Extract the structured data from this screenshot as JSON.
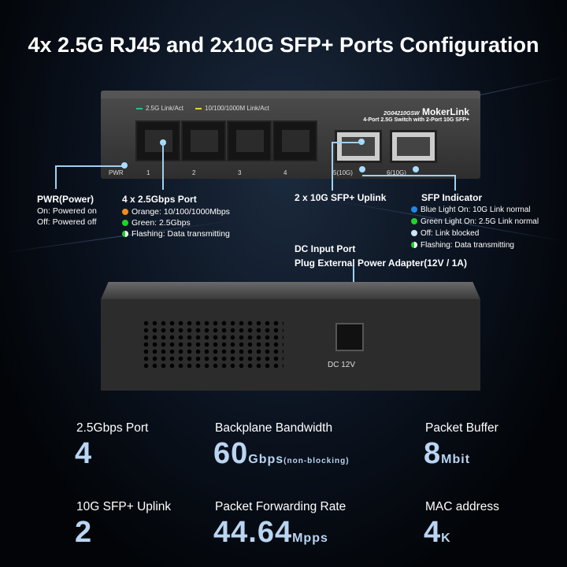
{
  "title": "4x 2.5G RJ45 and 2x10G SFP+ Ports Configuration",
  "front": {
    "led1": "2.5G Link/Act",
    "led2": "10/100/1000M Link/Act",
    "model": "2G04210GSW",
    "brand": "MokerLink",
    "subtitle": "4-Port 2.5G Switch with 2-Port 10G SFP+",
    "pwr": "PWR",
    "ports": [
      "1",
      "2",
      "3",
      "4"
    ],
    "sfp_ports": [
      "5(10G)",
      "6(10G)"
    ]
  },
  "callouts": {
    "pwr": {
      "title": "PWR(Power)",
      "lines": [
        "On: Powered on",
        "Off: Powered off"
      ]
    },
    "rj45": {
      "title": "4 x 2.5Gbps Port",
      "items": [
        {
          "text": "Orange: 10/100/1000Mbps",
          "color": "#f08a1c"
        },
        {
          "text": "Green: 2.5Gbps",
          "color": "#22d22a"
        },
        {
          "text": "Flashing: Data transmitting",
          "color": "#22d22a"
        }
      ]
    },
    "sfp": {
      "title": "2 x 10G SFP+ Uplink"
    },
    "sfp_ind": {
      "title": "SFP Indicator",
      "items": [
        {
          "text": "Blue Light On: 10G Link normal",
          "color": "#1e88e5"
        },
        {
          "text": "Green Light On: 2.5G Link normal",
          "color": "#22d22a"
        },
        {
          "text": "Off: Link blocked",
          "color": "#cfe6f5"
        },
        {
          "text": "Flashing: Data transmitting",
          "color": "#22d22a"
        }
      ]
    },
    "dc": {
      "title": "DC Input Port",
      "subtitle": "Plug External Power Adapter(12V / 1A)",
      "label": "DC 12V"
    }
  },
  "stats": [
    {
      "label": "2.5Gbps Port",
      "value": "4",
      "unit": "",
      "note": ""
    },
    {
      "label": "Backplane Bandwidth",
      "value": "60",
      "unit": "Gbps",
      "note": "(non-blocking)"
    },
    {
      "label": "Packet Buffer",
      "value": "8",
      "unit": "Mbit",
      "note": ""
    },
    {
      "label": "10G SFP+ Uplink",
      "value": "2",
      "unit": "",
      "note": ""
    },
    {
      "label": "Packet Forwarding Rate",
      "value": "44.64",
      "unit": "Mpps",
      "note": ""
    },
    {
      "label": "MAC address",
      "value": "4",
      "unit": "K",
      "note": ""
    }
  ]
}
